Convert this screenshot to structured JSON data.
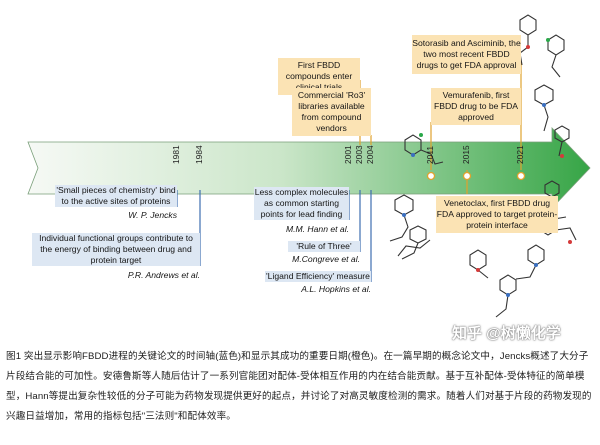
{
  "figure": {
    "years": [
      "1981",
      "1984",
      "2001",
      "2003",
      "2004",
      "2011",
      "2015",
      "2021"
    ],
    "blue_boxes": [
      {
        "text": "'Small pieces of chemistry' bind to the active sites of proteins"
      },
      {
        "text": "Individual functional groups contribute to the energy of binding between drug and protein target"
      },
      {
        "text": "Less complex molecules as common starting points for lead finding"
      },
      {
        "text": "'Rule of Three'"
      },
      {
        "text": "'Ligand Efficiency' measure"
      }
    ],
    "authors": [
      "W. P. Jencks",
      "P.R. Andrews et al.",
      "M.M. Hann et al.",
      "M.Congreve et al.",
      "A.L. Hopkins et al."
    ],
    "orange_boxes": [
      {
        "text": "First FBDD compounds enter clinical trials"
      },
      {
        "text": "Commercial 'Ro3' libraries available from compound vendors"
      },
      {
        "text": "Sotorasib and Asciminib, the two most recent FBDD drugs to get FDA approval"
      },
      {
        "text": "Vemurafenib, first FBDD drug to be FDA approved"
      },
      {
        "text": "Venetoclax, first FBDD drug FDA approved to target protein-protein interface"
      }
    ]
  },
  "caption": "图1 突出显示影响FBDD进程的关键论文的时间轴(蓝色)和显示其成功的重要日期(橙色)。在一篇早期的概念论文中，Jencks概述了大分子片段结合能的可加性。安德鲁斯等人随后估计了一系列官能团对配体-受体相互作用的内在结合能贡献。基于互补配体-受体特征的简单模型，Hann等提出复杂性较低的分子可能为药物发现提供更好的起点，并讨论了对高灵敏度检测的需求。随着人们对基于片段的药物发现的兴趣日益增加，常用的指标包括\"三法则\"和配体效率。",
  "watermark": "知乎 @树懒化学",
  "colors": {
    "blue_box": "#dde7f3",
    "orange_box": "#fbe3b4",
    "arrow_start": "#f4f8f2",
    "arrow_end": "#3aa84a",
    "leader_blue": "#3e6fb0",
    "leader_orange": "#e0a22e"
  }
}
